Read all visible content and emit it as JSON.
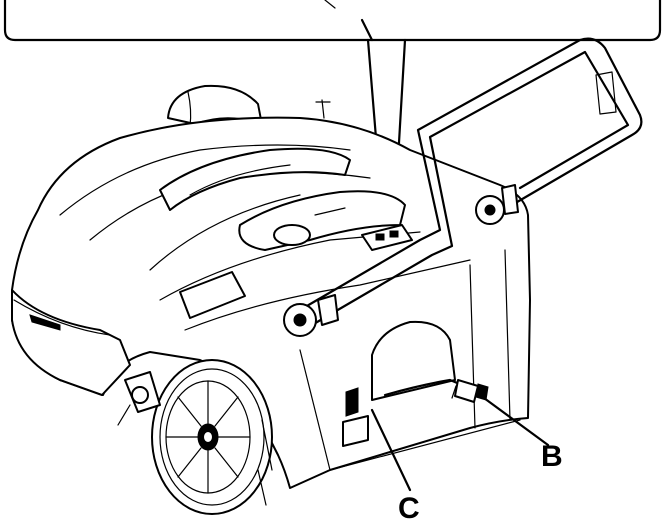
{
  "figure": {
    "callouts": [
      {
        "id": "B",
        "label": "B"
      },
      {
        "id": "C",
        "label": "C"
      }
    ]
  }
}
